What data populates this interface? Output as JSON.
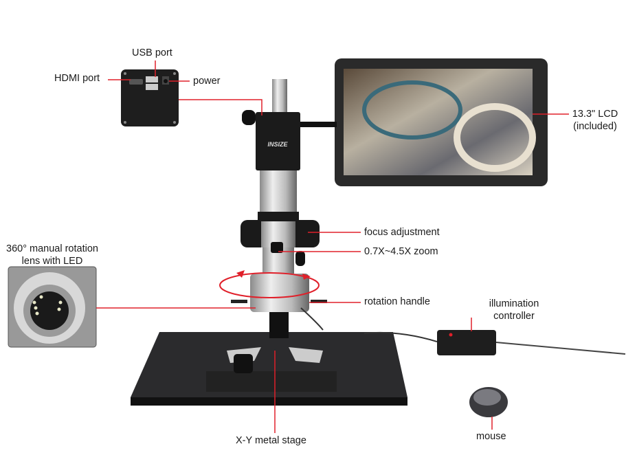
{
  "labels": {
    "usb_port": "USB port",
    "hdmi_port": "HDMI port",
    "power": "power",
    "lcd_line1": "13.3\" LCD",
    "lcd_line2": "(included)",
    "focus_adjustment": "focus adjustment",
    "zoom": "0.7X~4.5X zoom",
    "rotation_handle": "rotation handle",
    "lens_line1": "360° manual rotation",
    "lens_line2": "lens with LED",
    "illumination_line1": "illumination",
    "illumination_line2": "controller",
    "mouse": "mouse",
    "stage": "X-Y metal stage"
  },
  "brand_logo": "INSIZE",
  "colors": {
    "leader": "#e0202a",
    "device": "#1e1e1e",
    "silver": "#c8c8c8"
  }
}
